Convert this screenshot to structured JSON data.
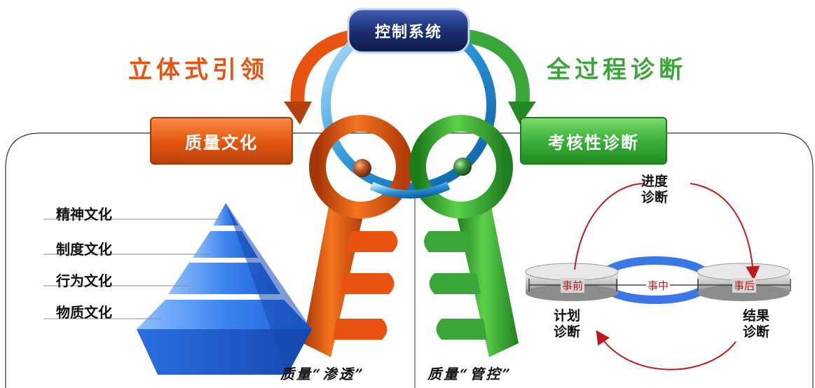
{
  "control_system": "控制系统",
  "left_title": "立体式引领",
  "right_title": "全过程诊断",
  "left_box": "质量文化",
  "right_box": "考核性诊断",
  "pyramid_layers": [
    "精神文化",
    "制度文化",
    "行为文化",
    "物质文化"
  ],
  "diagnosis": {
    "progress_line1": "进度",
    "progress_line2": "诊断",
    "plan_line1": "计划",
    "plan_line2": "诊断",
    "result_line1": "结果",
    "result_line2": "诊断",
    "before": "事前",
    "during": "事中",
    "after": "事后"
  },
  "left_caption": "质量“渗透”",
  "right_caption": "质量“管控”",
  "colors": {
    "orange": "#e8540f",
    "green": "#3aa63a",
    "navy": "#1b2f6e",
    "blue": "#3a78e8",
    "red": "#c01818"
  }
}
